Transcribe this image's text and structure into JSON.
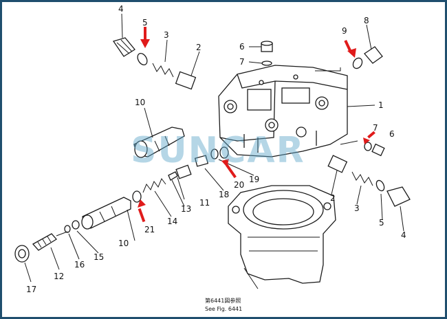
{
  "colors": {
    "border": "#1f4e6e",
    "highlight_arrow": "#e01b1b",
    "watermark": "#5aa3c8"
  },
  "watermark": "SUNCAR",
  "reference_note": {
    "line1": "第6441図参照",
    "line2": "See Fig. 6441"
  },
  "part_labels": [
    "1",
    "2",
    "2",
    "3",
    "3",
    "4",
    "4",
    "5",
    "5",
    "6",
    "6",
    "7",
    "7",
    "8",
    "9",
    "10",
    "10",
    "11",
    "12",
    "13",
    "14",
    "15",
    "16",
    "17",
    "18",
    "19",
    "20",
    "21"
  ],
  "highlighted_parts": [
    "5",
    "9",
    "7",
    "20",
    "21"
  ]
}
